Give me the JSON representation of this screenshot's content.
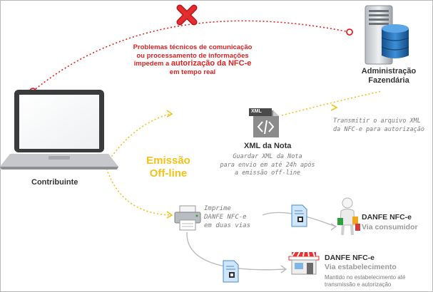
{
  "problem": {
    "line1": "Problemas técnicos de comunicação",
    "line2": "ou processamento de informações",
    "line3_prefix": "impedem a",
    "line3_emph": "autorização da NFC-e",
    "line4": "em tempo real"
  },
  "admin": {
    "line1": "Administração",
    "line2": "Fazendária"
  },
  "contribuinte": {
    "label": "Contribuinte"
  },
  "xml": {
    "badge": "XML",
    "title": "XML da Nota",
    "store_line1": "Guardar XML da Nota",
    "store_line2": "para envio em até 24h após",
    "store_line3": "a emissão off-line",
    "transmit_line1": "Transmitir o arquivo XML",
    "transmit_line2": "da NFC-e para autorização"
  },
  "offline": {
    "line1": "Emissão",
    "line2": "Off-line"
  },
  "print": {
    "line1": "Imprime",
    "line2": "DANFE NFC-e",
    "line3": "em duas vias"
  },
  "consumer": {
    "line1": "DANFE NFC-e",
    "line2": "Via consumidor"
  },
  "store": {
    "line1": "DANFE NFC-e",
    "line2": "Via estabelecimento",
    "note1": "Mantido no estabelecimento até",
    "note2": "transmissão e autorização"
  },
  "colors": {
    "red": "#e02222",
    "yellow": "#f2c21a",
    "gray_line": "#bbbbbb",
    "server_blue": "#1f6fb5"
  }
}
